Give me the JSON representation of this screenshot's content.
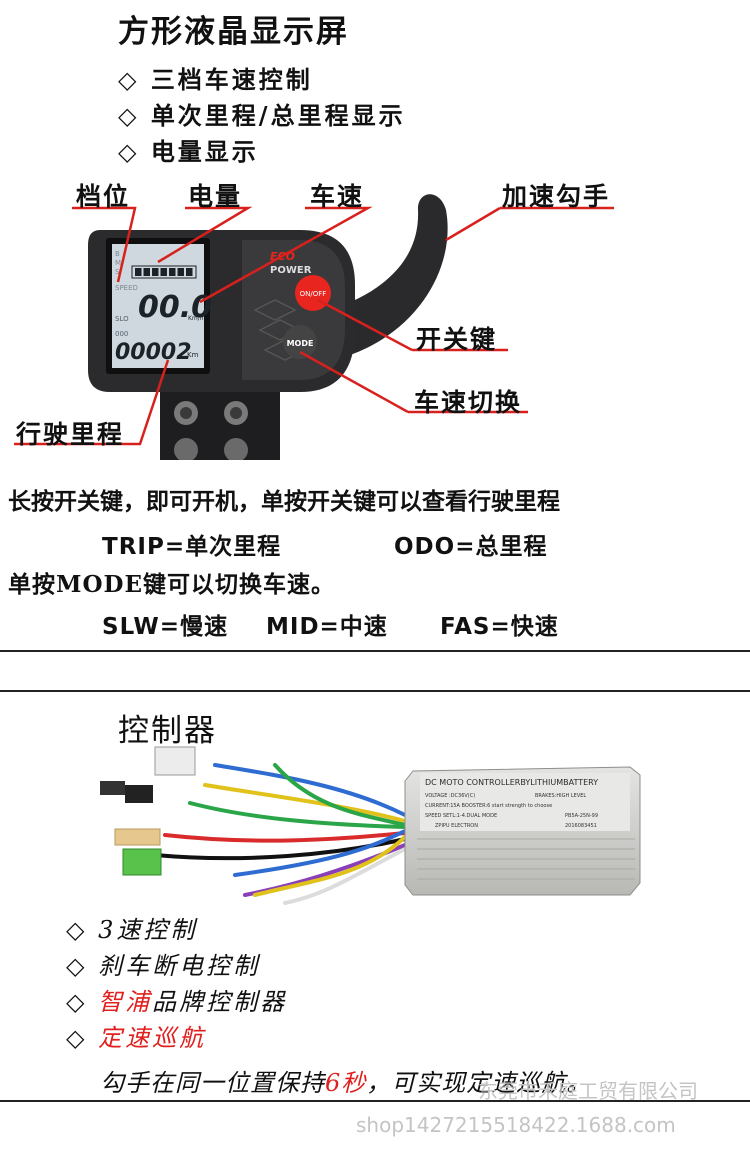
{
  "lcd_section": {
    "title": "方形液晶显示屏",
    "bullets": [
      "◇ 三档车速控制",
      "◇ 单次里程/总里程显示",
      "◇ 电量显示"
    ],
    "callouts": {
      "gear": "档位",
      "battery": "电量",
      "speed": "车速",
      "throttle": "加速勾手",
      "power_key": "开关键",
      "speed_switch": "车速切换",
      "mileage": "行驶里程"
    },
    "device": {
      "indicator_b": "B",
      "indicator_m": "M",
      "indicator_s": "S",
      "speed_label": "SPEED",
      "mode_text": "SLO",
      "odo_prefix": "000",
      "speed_value": "00.0",
      "speed_unit": "Km/h",
      "distance_value": "00002",
      "distance_unit": "Km",
      "brand_logo": "ECO",
      "brand_power": "POWER",
      "on_off_label": "ON/OFF",
      "mode_label": "MODE",
      "battery_bars": 7
    }
  },
  "instructions": {
    "line1": "长按开关键，即可开机，单按开关键可以查看行驶里程",
    "trip": "TRIP=单次里程",
    "odo": "ODO=总里程",
    "line3": "单按MODE键可以切换车速。",
    "slw": "SLW=慢速",
    "mid": "MID=中速",
    "fas": "FAS=快速"
  },
  "controller_section": {
    "title": "控制器",
    "label_line1": "DC MOTO CONTROLLERBYLITHIUMBATTERY",
    "label_line2": "VOLTAGE :DC36V(C)",
    "label_line2b": "BRAKES:HIGH LEVEL",
    "label_line3": "CURRENT:15A  BOOSTER:6 start strength to choose",
    "label_line4": "SPEED SETL:1-4.DUAL MODE",
    "label_line4b": "PB5A-25N-99",
    "label_line5": "ZPIPU  ELECTRON",
    "label_line5b": "2016083451",
    "bullets": [
      {
        "prefix": "◇ ",
        "text": "3速控制",
        "red": false
      },
      {
        "prefix": "◇ ",
        "text": "刹车断电控制",
        "red": false
      },
      {
        "prefix": "◇ ",
        "text": "智浦",
        "red": true,
        "rest": "品牌控制器"
      },
      {
        "prefix": "◇ ",
        "text": "定速巡航",
        "red": true
      }
    ],
    "cruise_note_pre": "勾手在同一位置保持",
    "cruise_note_red": "6秒",
    "cruise_note_post": "，可实现定速巡航。"
  },
  "watermark": {
    "company": "东莞市禾庭工贸有限公司",
    "url": "shop1427215518422.1688.com"
  },
  "colors": {
    "callout_red": "#d8211d",
    "red_text": "#e0201e",
    "device_body": "#2b2b2d",
    "lcd_bg": "#cfd8de",
    "on_off_red": "#e8251f"
  }
}
